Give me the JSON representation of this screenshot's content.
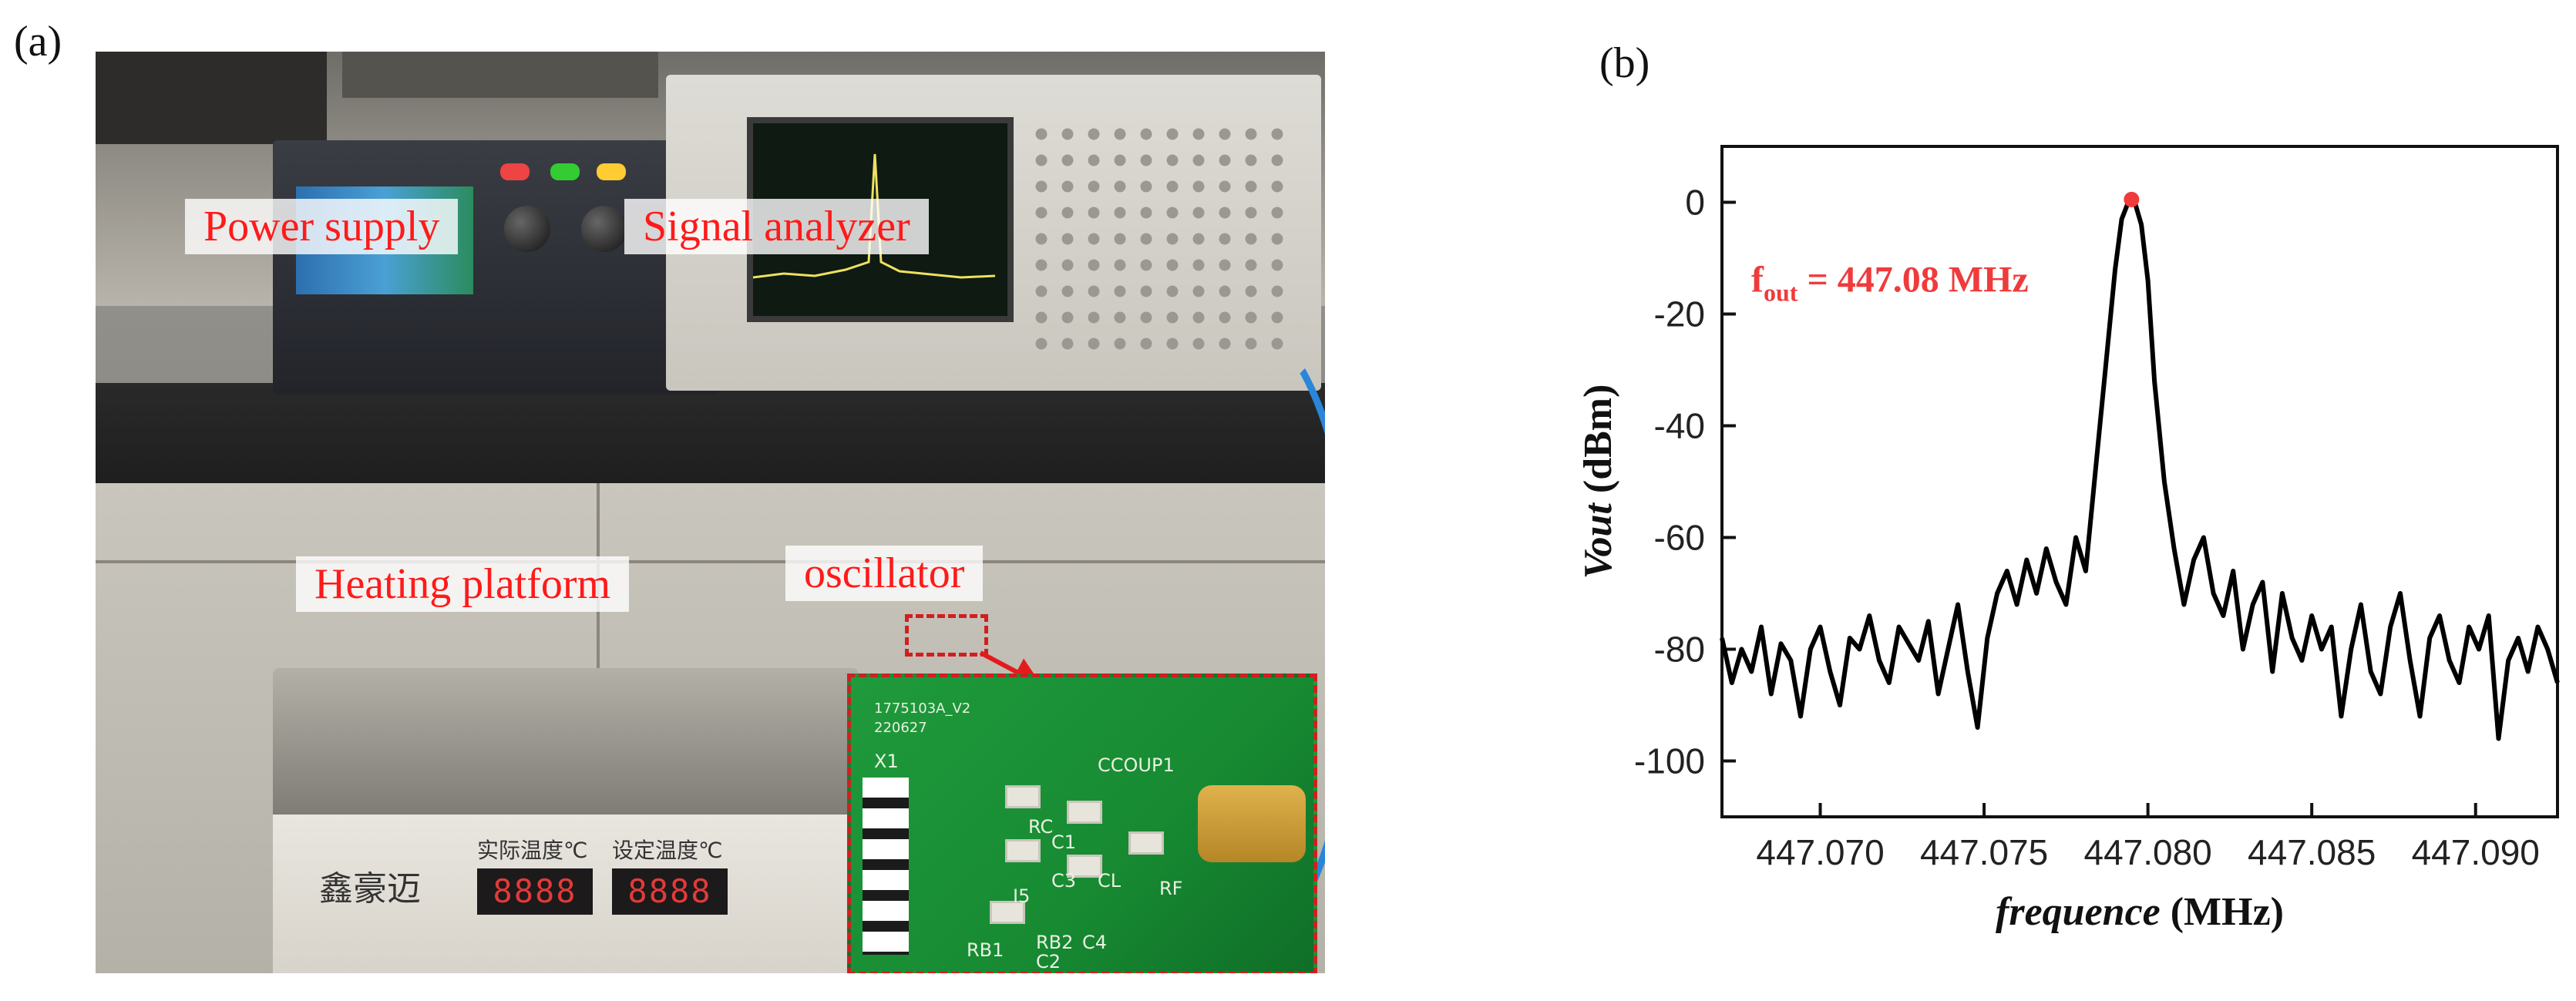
{
  "figure": {
    "panel_a_label": "(a)",
    "panel_b_label": "(b)"
  },
  "panel_a": {
    "labels": {
      "power_supply": "Power supply",
      "signal_analyzer": "Signal analyzer",
      "heating_platform": "Heating platform",
      "oscillator": "oscillator"
    },
    "device_text": {
      "brand_chinese": "鑫豪迈",
      "actual_temp": "实际温度℃",
      "set_temp": "设定温度℃",
      "display_actual": "8888",
      "display_set": "8888"
    },
    "pcb_text": [
      "CCOUP1",
      "C1",
      "RC",
      "C3",
      "CL",
      "RB1",
      "RB2",
      "C2",
      "C4",
      "RF",
      "X1",
      "I5",
      "1775103A_V2",
      "220627"
    ],
    "colors": {
      "label_text": "#ff1a1a",
      "label_box": "#ffffff",
      "inset_border": "#d11f1f",
      "pcb_green": "#1c9638",
      "cable_blue": "#2a86d8"
    }
  },
  "chart_data": {
    "type": "line",
    "xlabel_italic": "frequence",
    "xlabel_unit": "(MHz)",
    "ylabel_italic": "Vout",
    "ylabel_unit": "(dBm)",
    "xlim": [
      447.067,
      447.0925
    ],
    "ylim": [
      -110,
      10
    ],
    "xticks": [
      447.07,
      447.075,
      447.08,
      447.085,
      447.09
    ],
    "xtick_labels": [
      "447.070",
      "447.075",
      "447.080",
      "447.085",
      "447.090"
    ],
    "yticks": [
      0,
      -20,
      -40,
      -60,
      -80,
      -100
    ],
    "ytick_labels": [
      "0",
      "-20",
      "-40",
      "-60",
      "-80",
      "-100"
    ],
    "grid": false,
    "annotation": {
      "prefix": "f",
      "subscript": "out",
      "text": " =  447.08 MHz",
      "color": "#ef3b3b"
    },
    "peak_marker": {
      "x": 447.0795,
      "y": 0.5,
      "color": "#ef3b3b"
    },
    "series": [
      {
        "color": "#000000",
        "x": [
          447.067,
          447.0673,
          447.0676,
          447.0679,
          447.0682,
          447.0685,
          447.0688,
          447.0691,
          447.0694,
          447.0697,
          447.07,
          447.0703,
          447.0706,
          447.0709,
          447.0712,
          447.0715,
          447.0718,
          447.0721,
          447.0724,
          447.0727,
          447.073,
          447.0733,
          447.0736,
          447.0739,
          447.0742,
          447.0745,
          447.0748,
          447.0751,
          447.0754,
          447.0757,
          447.076,
          447.0763,
          447.0766,
          447.0769,
          447.0772,
          447.0775,
          447.0778,
          447.0781,
          447.0784,
          447.0787,
          447.079,
          447.0792,
          447.0794,
          447.0795,
          447.0796,
          447.0798,
          447.08,
          447.0802,
          447.0805,
          447.0808,
          447.0811,
          447.0814,
          447.0817,
          447.082,
          447.0823,
          447.0826,
          447.0829,
          447.0832,
          447.0835,
          447.0838,
          447.0841,
          447.0844,
          447.0847,
          447.085,
          447.0853,
          447.0856,
          447.0859,
          447.0862,
          447.0865,
          447.0868,
          447.0871,
          447.0874,
          447.0877,
          447.088,
          447.0883,
          447.0886,
          447.0889,
          447.0892,
          447.0895,
          447.0898,
          447.0901,
          447.0904,
          447.0907,
          447.091,
          447.0913,
          447.0916,
          447.0919,
          447.0922,
          447.0925
        ],
        "y": [
          -78,
          -86,
          -80,
          -84,
          -76,
          -88,
          -79,
          -82,
          -92,
          -80,
          -76,
          -84,
          -90,
          -78,
          -80,
          -74,
          -82,
          -86,
          -76,
          -79,
          -82,
          -75,
          -88,
          -80,
          -72,
          -84,
          -94,
          -78,
          -70,
          -66,
          -72,
          -64,
          -70,
          -62,
          -68,
          -72,
          -60,
          -66,
          -48,
          -30,
          -12,
          -3,
          0,
          0.5,
          0,
          -4,
          -14,
          -32,
          -50,
          -62,
          -72,
          -64,
          -60,
          -70,
          -74,
          -66,
          -80,
          -72,
          -68,
          -84,
          -70,
          -78,
          -82,
          -74,
          -80,
          -76,
          -92,
          -80,
          -72,
          -84,
          -88,
          -76,
          -70,
          -82,
          -92,
          -78,
          -74,
          -82,
          -86,
          -76,
          -80,
          -74,
          -96,
          -82,
          -78,
          -84,
          -76,
          -80,
          -86
        ]
      }
    ]
  }
}
